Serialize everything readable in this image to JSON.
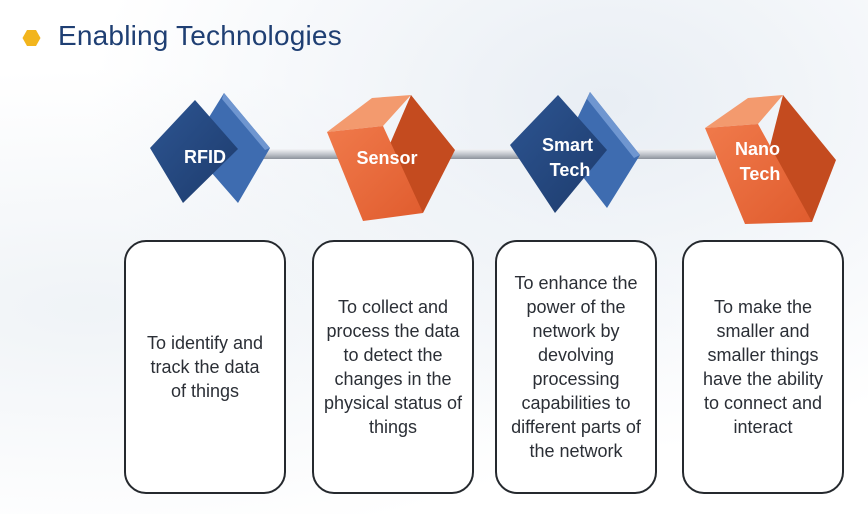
{
  "header": {
    "title": "Enabling Technologies",
    "bullet_icon": "hexagon-bullet-icon",
    "bullet_color": "#f2b51d"
  },
  "colors": {
    "blue_front": "#23467f",
    "blue_side": "#3e6cb0",
    "orange_front": "#e6683a",
    "orange_side": "#c44b1f",
    "rod": "#c9ccd2"
  },
  "technologies": [
    {
      "label_lines": [
        "RFID"
      ],
      "description": "To identify and track the data of things"
    },
    {
      "label_lines": [
        "Sensor"
      ],
      "description": "To collect and process the data to detect the changes in the physical status of things"
    },
    {
      "label_lines": [
        "Smart",
        "Tech"
      ],
      "description": "To enhance the power of the network by devolving processing capabilities to different parts of the network"
    },
    {
      "label_lines": [
        "Nano",
        "Tech"
      ],
      "description": "To make the smaller and smaller things have the ability to connect and interact"
    }
  ]
}
